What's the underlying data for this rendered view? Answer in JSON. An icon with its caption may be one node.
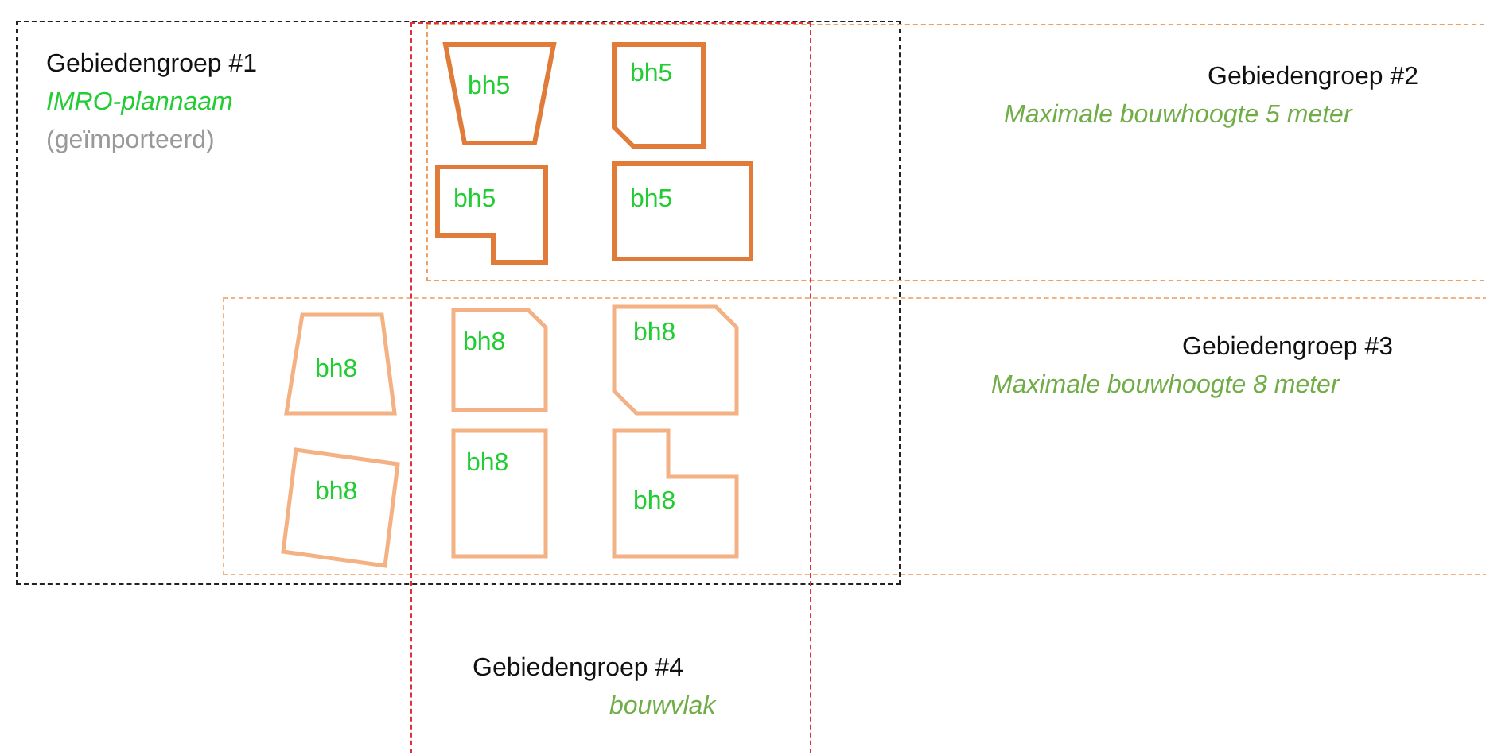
{
  "diagram": {
    "nodes": [
      {
        "text": [
          "Gebiedengroep #1",
          "IMRO-plannaam",
          "(geïmporteerd)"
        ]
      },
      {
        "text": [
          "Gebiedengroep #2",
          "Maximale bouwhoogte 5 meter"
        ]
      },
      {
        "text": [
          "Gebiedengroep  #3",
          "Maximale bouwhoogte 8 meter"
        ]
      },
      {
        "text": [
          "Gebiedengroep #4",
          "bouwvlak"
        ]
      },
      {
        "text": [
          "bh5"
        ]
      },
      {
        "text": [
          "bh5"
        ]
      },
      {
        "text": [
          "bh5"
        ]
      },
      {
        "text": [
          "bh5"
        ]
      },
      {
        "text": [
          "bh8"
        ]
      },
      {
        "text": [
          "bh8"
        ]
      },
      {
        "text": [
          "bh8"
        ]
      },
      {
        "text": [
          "bh8"
        ]
      },
      {
        "text": [
          "bh8"
        ]
      },
      {
        "text": [
          "bh8"
        ]
      }
    ],
    "edges": []
  }
}
